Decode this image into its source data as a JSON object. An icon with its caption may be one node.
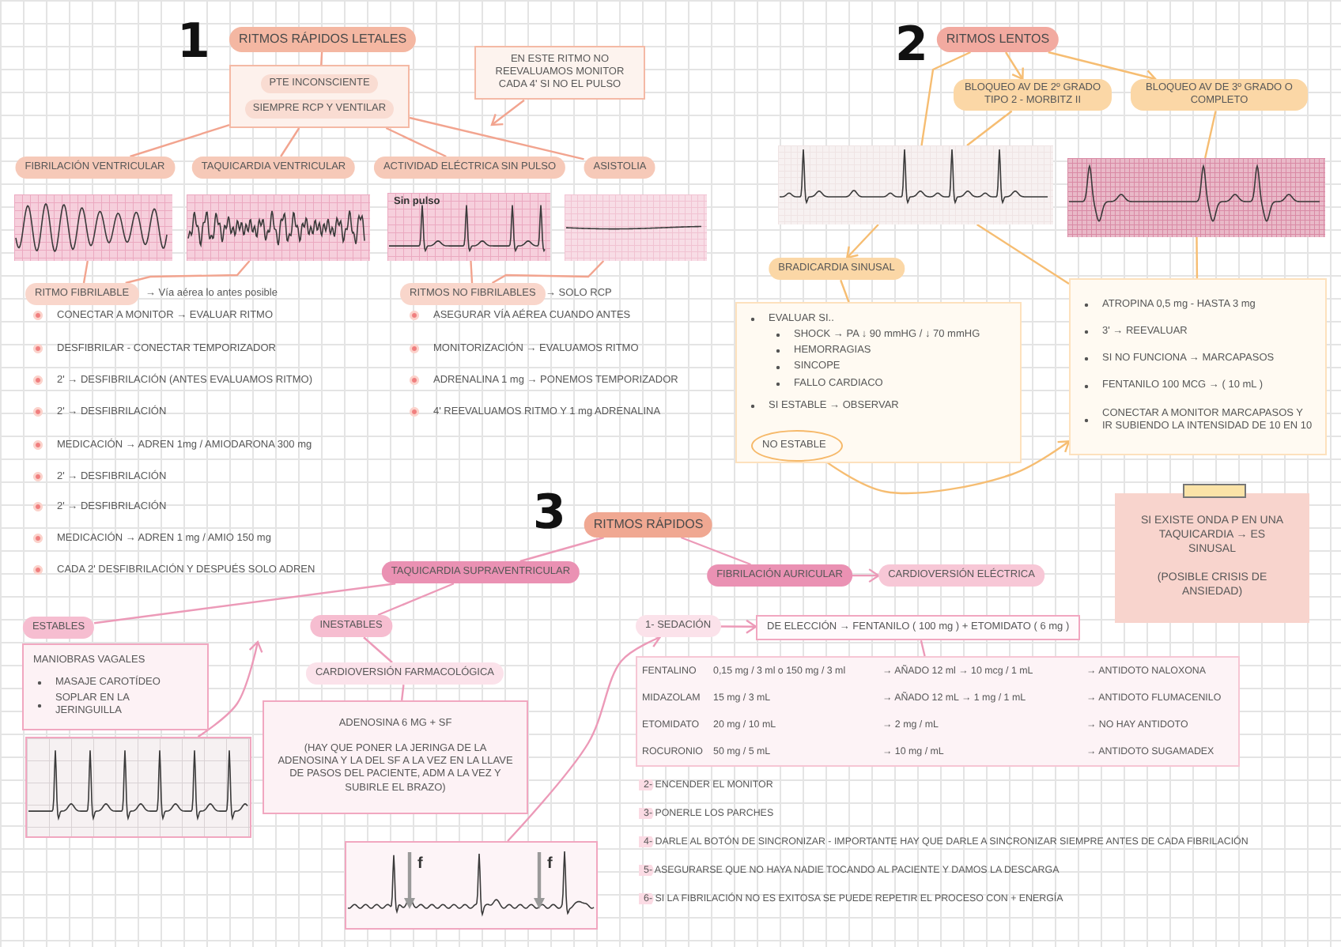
{
  "diagram": {
    "nodes": [
      {
        "text": [
          "RITMOS RÁPIDOS LETALES"
        ]
      },
      {
        "text": [
          "PTE INCONSCIENTE",
          "SIEMPRE RCP Y VENTILAR"
        ]
      },
      {
        "text": [
          "FIBRILACIÓN VENTRICULAR"
        ]
      },
      {
        "text": [
          "TAQUICARDIA VENTRICULAR"
        ]
      },
      {
        "text": [
          "ACTIVIDAD ELÉCTRICA SIN PULSO"
        ]
      },
      {
        "text": [
          "ASISTOLIA"
        ]
      },
      {
        "text": [
          "EN ESTE RITMO NO REEVALUAMOS MONITOR CADA 4' SI NO EL PULSO"
        ]
      },
      {
        "text": [],
        "shape": "picture"
      },
      {
        "text": [],
        "shape": "picture"
      },
      {
        "text": [
          "Sin pulso"
        ]
      },
      {
        "text": [],
        "shape": "picture"
      },
      {
        "text": [
          "RITMO FIBRILABLE"
        ],
        "beside": [
          "→ Vía aérea lo antes posible"
        ]
      },
      {
        "text": [
          "RITMOS NO FIBRILABLES"
        ],
        "beside": [
          "→ SOLO RCP"
        ]
      },
      {
        "text": [
          "RITMOS LENTOS"
        ]
      },
      {
        "text": [
          "BLOQUEO AV DE 2º GRADO TIPO 2 - MORBITZ II"
        ]
      },
      {
        "text": [
          "BLOQUEO AV DE 3º GRADO O COMPLETO"
        ]
      },
      {
        "text": [],
        "shape": "picture"
      },
      {
        "text": [],
        "shape": "picture"
      },
      {
        "text": [
          "BRADICARDIA SINUSAL"
        ]
      },
      {
        "text": [
          "EVALUAR SI..",
          "SHOCK → PA ↓ 90 mmHG / ↓ 70 mmHG",
          "HEMORRAGIAS",
          "SINCOPE",
          "FALLO CARDIACO",
          "SI ESTABLE → OBSERVAR"
        ]
      },
      {
        "text": [
          "NO ESTABLE"
        ],
        "in": 19
      },
      {
        "text": [
          "ATROPINA 0,5 mg - HASTA 3 mg",
          "3' → REEVALUAR",
          "SI NO FUNCIONA → MARCAPASOS",
          "FENTANILO 100 MCG → ( 10 mL )",
          "CONECTAR A MONITOR MARCAPASOS Y IR SUBIENDO LA INTENSIDAD DE 10 EN 10"
        ]
      },
      {
        "text": [
          "SI EXISTE ONDA P EN UNA TAQUICARDIA → ES SINUSAL",
          "(POSIBLE CRISIS DE ANSIEDAD)"
        ]
      },
      {
        "text": [
          "RITMOS RÁPIDOS"
        ]
      },
      {
        "text": [
          "TAQUICARDIA SUPRAVENTRICULAR"
        ]
      },
      {
        "text": [
          "ESTABLES"
        ]
      },
      {
        "text": [
          "INESTABLES"
        ]
      },
      {
        "text": [
          "MANIOBRAS VAGALES",
          "MASAJE CAROTÍDEO",
          "SOPLAR EN LA JERINGUILLA"
        ]
      },
      {
        "text": [
          "CARDIOVERSIÓN FARMACOLÓGICA"
        ]
      },
      {
        "text": [
          "ADENOSINA 6 MG + SF",
          "(HAY QUE PONER LA JERINGA DE LA ADENOSINA Y LA DEL SF A LA VEZ EN LA LLAVE DE PASOS DEL PACIENTE, ADM A LA VEZ Y SUBIRLE EL BRAZO)"
        ]
      },
      {
        "text": [],
        "shape": "picture"
      },
      {
        "text": [
          "f",
          "f"
        ]
      },
      {
        "text": [
          "FIBRILACIÓN AURICULAR"
        ]
      },
      {
        "text": [
          "CARDIOVERSIÓN ELÉCTRICA"
        ]
      },
      {
        "text": [
          "1- SEDACIÓN"
        ]
      },
      {
        "text": [
          "DE ELECCIÓN → FENTANILO ( 100 mg ) + ETOMIDATO ( 6 mg )"
        ]
      },
      {
        "text": [
          "FENTALINO",
          "0,15 mg / 3 ml o 150 mg / 3 ml",
          "→ AÑADO 12 ml → 10 mcg / 1 mL",
          "→ ANTIDOTO NALOXONA",
          "MIDAZOLAM",
          "15 mg / 3 mL",
          "→ AÑADO 12 mL → 1 mg / 1 mL",
          "→ ANTIDOTO FLUMACENILO",
          "ETOMIDATO",
          "20 mg / 10 mL",
          "→ 2 mg / mL",
          "→ NO HAY ANTIDOTO",
          "ROCURONIO",
          "50 mg / 5 mL",
          "→ 10 mg / mL",
          "→ ANTIDOTO SUGAMADEX"
        ]
      }
    ],
    "edges": [
      {
        "from": 0,
        "to": 1,
        "arrow": "none",
        "color": "#f2a48f"
      },
      {
        "from": 1,
        "to": 2,
        "arrow": "none",
        "color": "#f2a48f"
      },
      {
        "from": 1,
        "to": 3,
        "arrow": "none",
        "color": "#f2a48f"
      },
      {
        "from": 1,
        "to": 4,
        "arrow": "none",
        "color": "#f2a48f"
      },
      {
        "from": 1,
        "to": 5,
        "arrow": "none",
        "color": "#f2a48f"
      },
      {
        "from": 6,
        "to": null,
        "arrow": "to",
        "color": "#f2a48f"
      },
      {
        "from": 7,
        "to": 11,
        "arrow": "none",
        "color": "#f2a48f"
      },
      {
        "from": 8,
        "to": 11,
        "arrow": "none",
        "color": "#f2a48f"
      },
      {
        "from": 9,
        "to": 12,
        "arrow": "none",
        "color": "#f2a48f"
      },
      {
        "from": 10,
        "to": 12,
        "arrow": "none",
        "color": "#f2a48f"
      },
      {
        "from": 13,
        "to": 16,
        "arrow": "none",
        "color": "#f6bd72"
      },
      {
        "from": 13,
        "to": 14,
        "arrow": "to",
        "color": "#f6bd72"
      },
      {
        "from": 13,
        "to": 15,
        "arrow": "to",
        "color": "#f6bd72"
      },
      {
        "from": 14,
        "to": 16,
        "arrow": "none",
        "color": "#f6bd72"
      },
      {
        "from": 15,
        "to": 17,
        "arrow": "none",
        "color": "#f6bd72"
      },
      {
        "from": 16,
        "to": 18,
        "arrow": "to",
        "color": "#f6bd72"
      },
      {
        "from": 18,
        "to": 19,
        "arrow": "none",
        "color": "#f6bd72"
      },
      {
        "from": 16,
        "to": 21,
        "arrow": "none",
        "color": "#f6bd72"
      },
      {
        "from": 17,
        "to": 21,
        "arrow": "none",
        "color": "#f6bd72"
      },
      {
        "from": 20,
        "to": 21,
        "arrow": "to",
        "color": "#f6bd72"
      },
      {
        "from": 23,
        "to": 24,
        "arrow": "none"
      },
      {
        "from": 24,
        "to": 25,
        "arrow": "none"
      },
      {
        "from": 24,
        "to": 26,
        "arrow": "none"
      },
      {
        "from": 26,
        "to": 28,
        "arrow": "none"
      },
      {
        "from": 28,
        "to": 29,
        "arrow": "none"
      },
      {
        "from": 23,
        "to": 32,
        "arrow": "none"
      },
      {
        "from": 32,
        "to": 33,
        "arrow": "to"
      },
      {
        "from": 34,
        "to": 35,
        "arrow": "to"
      },
      {
        "from": 35,
        "to": 36,
        "arrow": "none"
      },
      {
        "from": 30,
        "to": null,
        "arrow": "to"
      },
      {
        "from": 31,
        "to": 34,
        "arrow": "to"
      }
    ],
    "labels": [
      "1",
      "2",
      "CONECTAR A MONITOR → EVALUAR RITMO",
      "DESFIBRILAR - CONECTAR TEMPORIZADOR",
      "2' → DESFIBRILACIÓN (ANTES EVALUAMOS RITMO)",
      "2' → DESFIBRILACIÓN",
      "MEDICACIÓN → ADREN 1mg / AMIODARONA 300 mg",
      "2' → DESFIBRILACIÓN",
      "2' → DESFIBRILACIÓN",
      "MEDICACIÓN → ADREN 1 mg / AMIO 150 mg",
      "CADA 2' DESFIBRILACIÓN Y DESPUÉS SOLO ADREN",
      "ASEGURAR VÍA AÉREA CUANDO ANTES",
      "MONITORIZACIÓN → EVALUAMOS RITMO",
      "ADRENALINA 1 mg → PONEMOS TEMPORIZADOR",
      "4' REEVALUAMOS RITMO Y 1 mg ADRENALINA",
      "3",
      "2- ENCENDER EL MONITOR",
      "3- PONERLE LOS PARCHES",
      "4- DARLE AL BOTÓN DE SINCRONIZAR - IMPORTANTE HAY QUE DARLE A SINCRONIZAR SIEMPRE ANTES DE CADA FIBRILACIÓN",
      "5- ASEGURARSE QUE NO HAYA NADIE TOCANDO AL PACIENTE Y DAMOS LA DESCARGA",
      "6- SI LA FIBRILACIÓN NO ES EXITOSA SE PUEDE REPETIR EL PROCESO CON + ENERGÍA"
    ]
  }
}
